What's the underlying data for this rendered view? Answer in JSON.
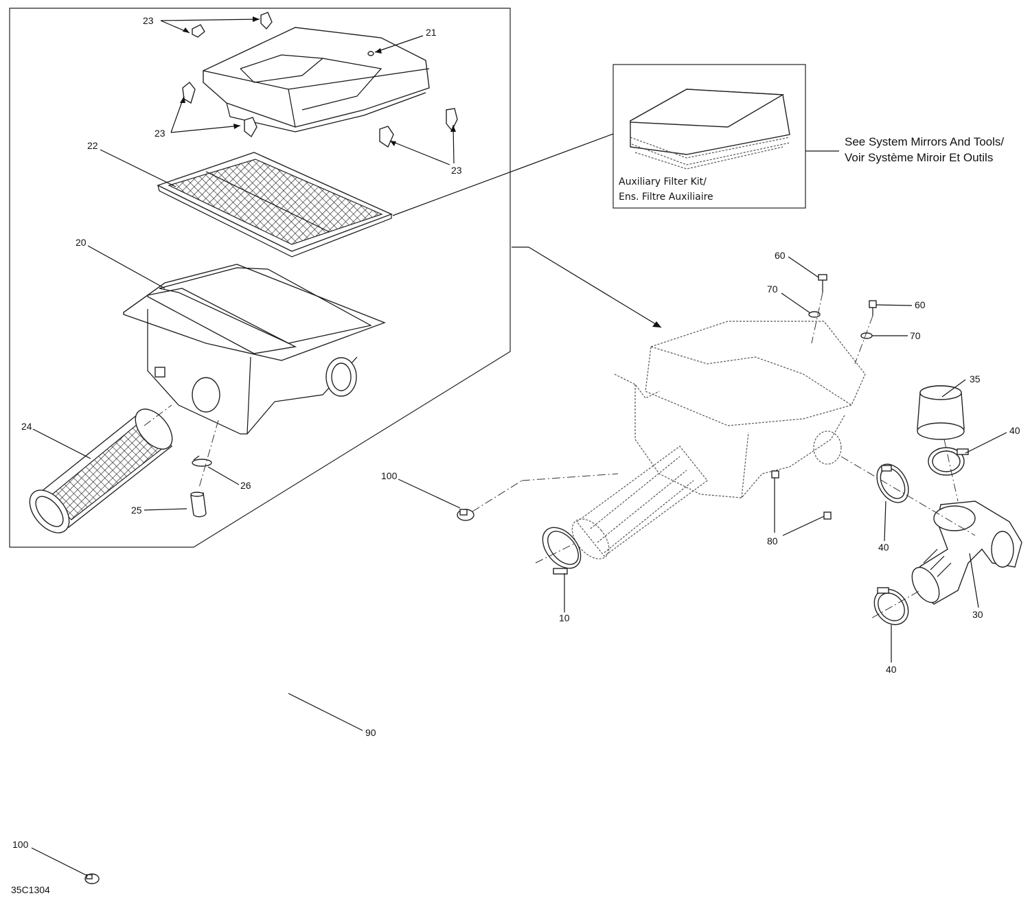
{
  "callouts": [
    {
      "id": "c21",
      "text": "21"
    },
    {
      "id": "c23a",
      "text": "23"
    },
    {
      "id": "c23b",
      "text": "23"
    },
    {
      "id": "c23c",
      "text": "23"
    },
    {
      "id": "c22",
      "text": "22"
    },
    {
      "id": "c20",
      "text": "20"
    },
    {
      "id": "c24",
      "text": "24"
    },
    {
      "id": "c26",
      "text": "26"
    },
    {
      "id": "c25",
      "text": "25"
    },
    {
      "id": "c100a",
      "text": "100"
    },
    {
      "id": "c100b",
      "text": "100"
    },
    {
      "id": "c90",
      "text": "90"
    },
    {
      "id": "c10",
      "text": "10"
    },
    {
      "id": "c60a",
      "text": "60"
    },
    {
      "id": "c70a",
      "text": "70"
    },
    {
      "id": "c60b",
      "text": "60"
    },
    {
      "id": "c70b",
      "text": "70"
    },
    {
      "id": "c35",
      "text": "35"
    },
    {
      "id": "c40a",
      "text": "40"
    },
    {
      "id": "c40b",
      "text": "40"
    },
    {
      "id": "c40c",
      "text": "40"
    },
    {
      "id": "c80",
      "text": "80"
    },
    {
      "id": "c30",
      "text": "30"
    }
  ],
  "auxiliary_kit": {
    "line1": "Auxiliary Filter Kit/",
    "line2": "Ens. Filtre Auxiliaire"
  },
  "reference_note": {
    "line1": "See System Mirrors And Tools/",
    "line2": "Voir Système Miroir Et Outils"
  },
  "drawing_code": "35C1304"
}
